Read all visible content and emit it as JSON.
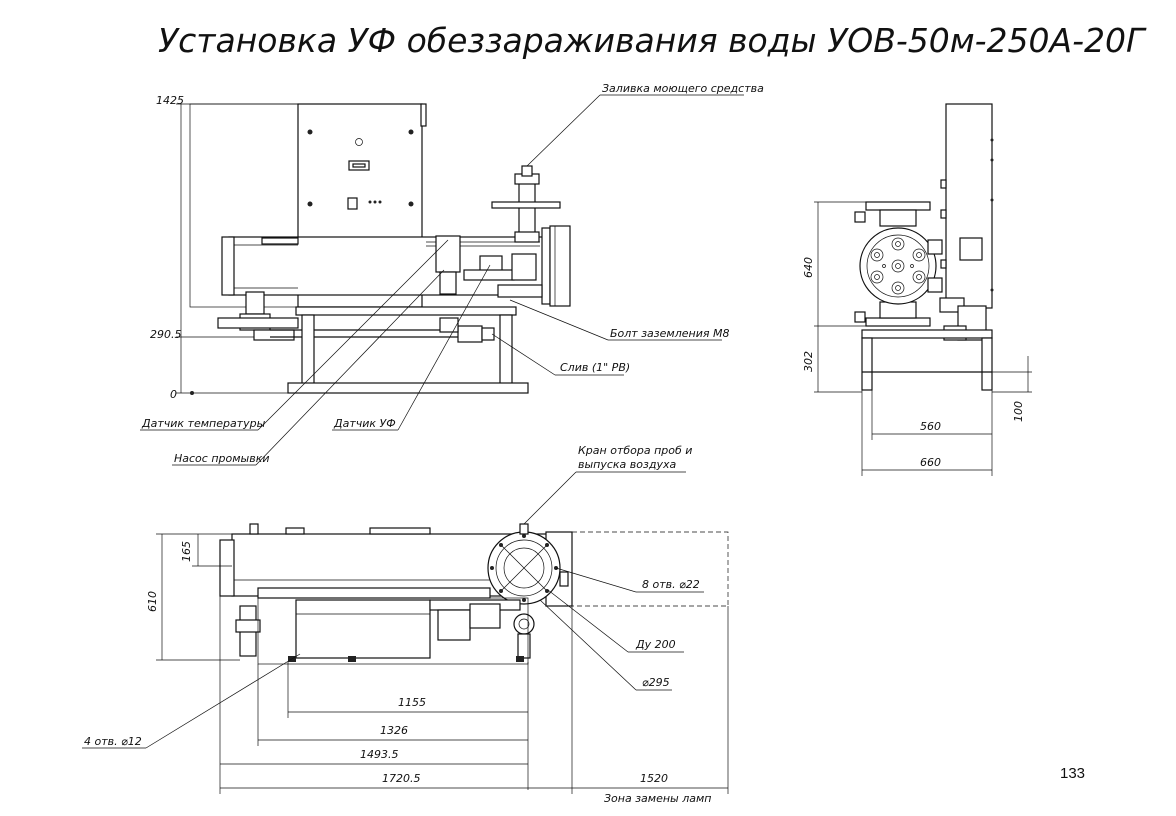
{
  "title": "Установка УФ обеззараживания воды УОВ-50м-250А-20Г",
  "page_number": "133",
  "callouts": {
    "detergent": "Заливка моющего средства",
    "ground_bolt": "Болт заземления М8",
    "drain": "Слив (1\" РВ)",
    "temp_sensor": "Датчик температуры",
    "uv_sensor": "Датчик УФ",
    "wash_pump": "Насос промывки",
    "sample_valve_1": "Кран отбора проб и",
    "sample_valve_2": "выпуска воздуха",
    "holes_8": "8 отв. ⌀22",
    "dn": "Ду 200",
    "dia_295": "⌀295",
    "holes_4": "4 отв. ⌀12",
    "lamp_zone": "Зона замены ламп"
  },
  "front_dims": {
    "h_top": "1425",
    "h_mid": "290.5",
    "h_zero": "0"
  },
  "side_dims": {
    "h_640": "640",
    "h_302": "302",
    "h_100": "100",
    "w_560": "560",
    "w_660": "660"
  },
  "plan_dims": {
    "h_165": "165",
    "h_610": "610",
    "w_1155": "1155",
    "w_1326": "1326",
    "w_1493": "1493.5",
    "w_1720": "1720.5",
    "w_1520": "1520"
  }
}
